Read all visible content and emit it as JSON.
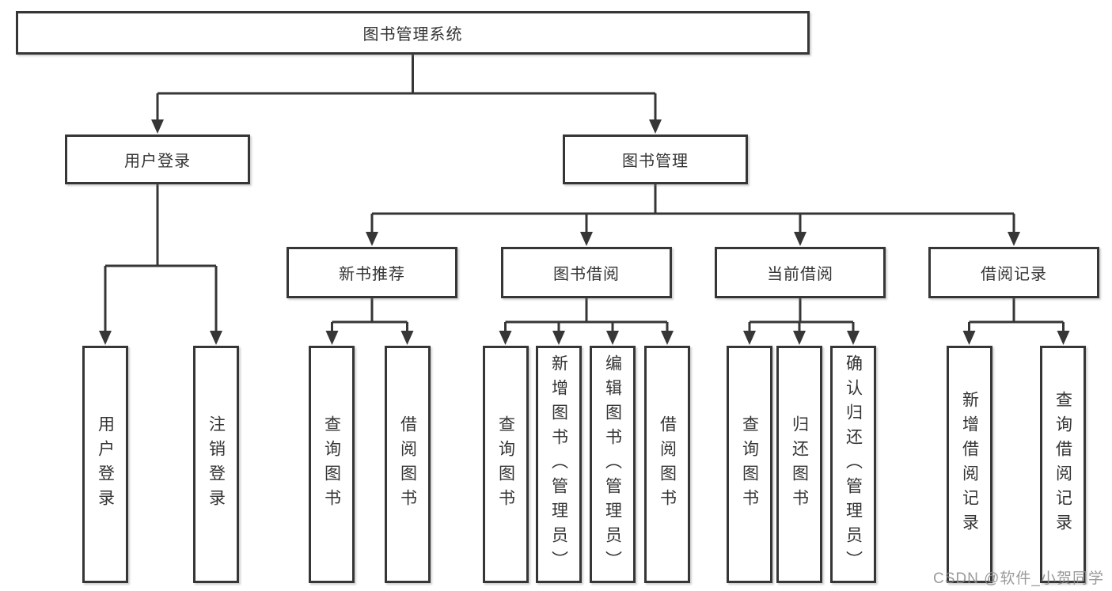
{
  "tree": {
    "root": {
      "label": "图书管理系统"
    },
    "user_login": {
      "label": "用户登录",
      "children": [
        {
          "label": "用户登录"
        },
        {
          "label": "注销登录"
        }
      ]
    },
    "book_mgmt": {
      "label": "图书管理",
      "children": [
        {
          "label": "新书推荐",
          "children": [
            {
              "label": "查询图书"
            },
            {
              "label": "借阅图书"
            }
          ]
        },
        {
          "label": "图书借阅",
          "children": [
            {
              "label": "查询图书"
            },
            {
              "label": "新增图书（管理员）"
            },
            {
              "label": "编辑图书（管理员）"
            },
            {
              "label": "借阅图书"
            }
          ]
        },
        {
          "label": "当前借阅",
          "children": [
            {
              "label": "查询图书"
            },
            {
              "label": "归还图书"
            },
            {
              "label": "确认归还（管理员）"
            }
          ]
        },
        {
          "label": "借阅记录",
          "children": [
            {
              "label": "新增借阅记录"
            },
            {
              "label": "查询借阅记录"
            }
          ]
        }
      ]
    }
  },
  "watermark": {
    "text": "CSDN @软件_小贺同学"
  },
  "colors": {
    "line": "#363636",
    "text": "#333333",
    "background": "#ffffff",
    "watermark": "#8c8c8c"
  }
}
